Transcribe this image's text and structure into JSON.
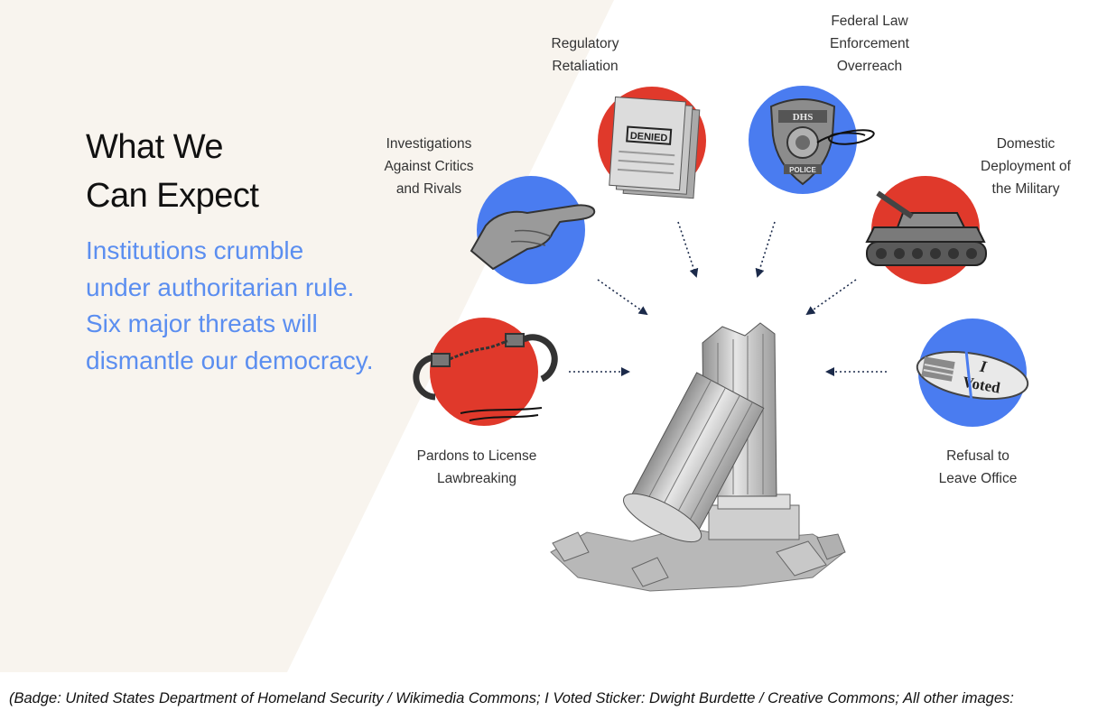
{
  "heading": {
    "line1": "What We",
    "line2": "Can Expect"
  },
  "subtitle": "Institutions crumble under authoritarian rule. Six major threats will dismantle our democracy.",
  "colors": {
    "red": "#e0392b",
    "blue": "#4a7cf0",
    "navy": "#1b2a4a",
    "subtitle": "#5b8ef0",
    "panel": "#f8f4ee"
  },
  "threats": [
    {
      "id": "regulatory",
      "lines": [
        "Regulatory",
        "Retaliation"
      ],
      "color": "red",
      "icon": "denied-folder-icon",
      "image_text": "DENIED"
    },
    {
      "id": "federal",
      "lines": [
        "Federal Law",
        "Enforcement",
        "Overreach"
      ],
      "color": "blue",
      "icon": "dhs-badge-icon",
      "image_text": "DHS",
      "image_subtext": "POLICE"
    },
    {
      "id": "investigations",
      "lines": [
        "Investigations",
        "Against Critics",
        "and Rivals"
      ],
      "color": "blue",
      "icon": "pointing-hand-icon"
    },
    {
      "id": "military",
      "lines": [
        "Domestic",
        "Deployment of",
        "the Military"
      ],
      "color": "red",
      "icon": "tank-icon"
    },
    {
      "id": "pardons",
      "lines": [
        "Pardons to License",
        "Lawbreaking"
      ],
      "color": "red",
      "icon": "handcuffs-icon"
    },
    {
      "id": "refusal",
      "lines": [
        "Refusal to",
        "Leave Office"
      ],
      "color": "blue",
      "icon": "i-voted-sticker-icon",
      "image_text_1": "I",
      "image_text_2": "Voted"
    }
  ],
  "center_icon": "broken-column-icon",
  "caption": "(Badge: United States Department of Homeland Security / Wikimedia Commons; I Voted Sticker: Dwight Burdette / Creative Commons; All other images:"
}
